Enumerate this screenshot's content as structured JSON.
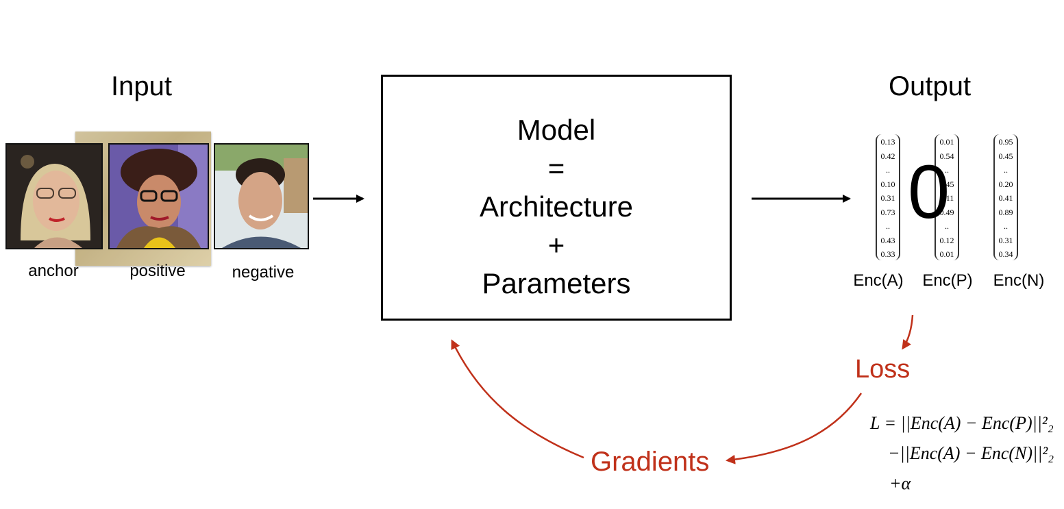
{
  "input": {
    "title": "Input",
    "captions": {
      "anchor": "anchor",
      "positive": "positive",
      "negative": "negative"
    }
  },
  "model": {
    "line1": "Model",
    "line2": "=",
    "line3": "Architecture",
    "line4": "+",
    "line5": "Parameters"
  },
  "output": {
    "title": "Output",
    "big_digit": "0",
    "vectors": [
      {
        "label": "Enc(A)",
        "values": [
          "0.13",
          "0.42",
          "..",
          "0.10",
          "0.31",
          "0.73",
          "..",
          "0.43",
          "0.33"
        ]
      },
      {
        "label": "Enc(P)",
        "values": [
          "0.01",
          "0.54",
          "..",
          "0.45",
          "0.11",
          "0.49",
          "..",
          "0.12",
          "0.01"
        ]
      },
      {
        "label": "Enc(N)",
        "values": [
          "0.95",
          "0.45",
          "..",
          "0.20",
          "0.41",
          "0.89",
          "..",
          "0.31",
          "0.34"
        ]
      }
    ]
  },
  "loss": {
    "label": "Loss",
    "formula_line1": "L = ||Enc(A) − Enc(P)||²₂",
    "formula_line2": "−||Enc(A) − Enc(N)||²₂",
    "formula_line3": "+α"
  },
  "gradients": {
    "label": "Gradients"
  },
  "colors": {
    "accent": "#c0311a",
    "stroke": "#000000"
  }
}
